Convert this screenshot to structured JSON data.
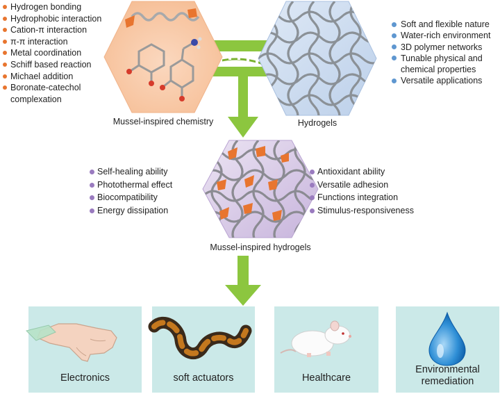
{
  "chemistry": {
    "caption": "Mussel-inspired chemistry",
    "items": [
      "Hydrogen bonding",
      "Hydrophobic interaction",
      "Cation-π interaction",
      "π-π interaction",
      "Metal coordination",
      "Schiff based reaction",
      "Michael addition",
      "Boronate-catechol",
      "complexation"
    ]
  },
  "hydrogels": {
    "caption": "Hydrogels",
    "items": [
      "Soft and flexible nature",
      "Water-rich environment",
      "3D polymer networks",
      "Tunable physical and",
      "chemical properties",
      "Versatile applications"
    ]
  },
  "combined": {
    "caption": "Mussel-inspired hydrogels",
    "left_items": [
      "Self-healing ability",
      "Photothermal effect",
      "Biocompatibility",
      "Energy dissipation"
    ],
    "right_items": [
      "Antioxidant ability",
      "Versatile adhesion",
      "Functions integration",
      "Stimulus-responsiveness"
    ]
  },
  "applications": [
    {
      "label": "Electronics",
      "icon": "hand-sensor-icon"
    },
    {
      "label": "soft actuators",
      "icon": "actuator-strip-icon"
    },
    {
      "label": "Healthcare",
      "icon": "rat-icon"
    },
    {
      "label": "Environmental",
      "label2": "remediation",
      "icon": "water-drop-icon"
    }
  ],
  "colors": {
    "orange_bullet": "#e8752f",
    "blue_bullet": "#5f97d0",
    "purple_bullet": "#9a7bbf",
    "arrow_green": "#8cc63f",
    "panel_bg": "#cbe9e8"
  }
}
